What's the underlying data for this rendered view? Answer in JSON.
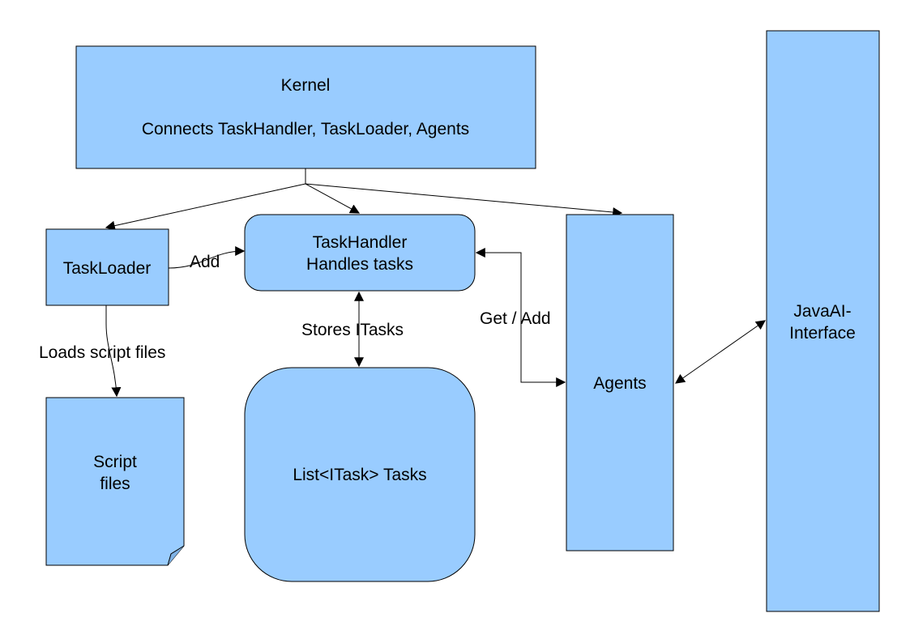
{
  "colors": {
    "box_fill": "#99ccff",
    "stroke": "#000000",
    "background": "#ffffff"
  },
  "nodes": {
    "kernel": {
      "line1": "Kernel",
      "line2": "Connects TaskHandler, TaskLoader, Agents"
    },
    "taskloader": {
      "label": "TaskLoader"
    },
    "taskhandler": {
      "line1": "TaskHandler",
      "line2": "Handles tasks"
    },
    "agents": {
      "label": "Agents"
    },
    "javaai": {
      "line1": "JavaAI-",
      "line2": "Interface"
    },
    "script_files": {
      "line1": "Script",
      "line2": "files"
    },
    "tasks_list": {
      "label": "List<ITask> Tasks"
    }
  },
  "edges": {
    "add": "Add",
    "loads_script_files": "Loads script files",
    "stores_itasks": "Stores ITasks",
    "get_add": "Get / Add"
  }
}
